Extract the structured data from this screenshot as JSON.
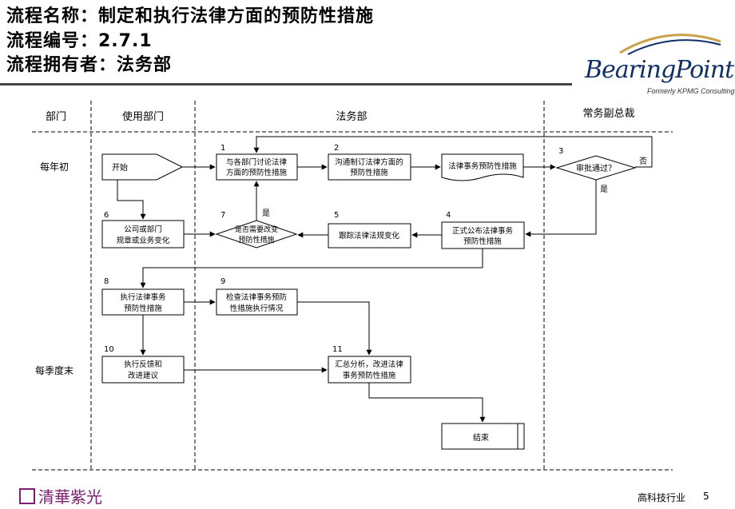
{
  "header": {
    "process_name": "流程名称：制定和执行法律方面的预防性措施",
    "process_id": "流程编号：2.7.1",
    "process_owner": "流程拥有者：法务部"
  },
  "logo": {
    "name": "BearingPoint",
    "tagline": "Formerly KPMG Consulting"
  },
  "columns": [
    "部门",
    "使用部门",
    "法务部",
    "常务副总裁"
  ],
  "rows": [
    "每年初",
    "每季度末"
  ],
  "nodes": {
    "start": "开始",
    "n1": {
      "num": "1",
      "line1": "与各部门讨论法律",
      "line2": "方面的预防性措施"
    },
    "n2": {
      "num": "2",
      "line1": "沟通制订法律方面的",
      "line2": "预防性措施"
    },
    "doc": "法律事务预防性措施",
    "n3": {
      "num": "3",
      "label": "审批通过？",
      "no": "否",
      "yes": "是"
    },
    "n4": {
      "num": "4",
      "line1": "正式公布法律事务",
      "line2": "预防性措施"
    },
    "n5": {
      "num": "5",
      "label": "跟踪法律法规变化"
    },
    "n6": {
      "num": "6",
      "line1": "公司或部门",
      "line2": "规章或业务变化"
    },
    "n7": {
      "num": "7",
      "line1": "是否需要改变",
      "line2": "预防性措施",
      "yes": "是"
    },
    "n8": {
      "num": "8",
      "line1": "执行法律事务",
      "line2": "预防性措施"
    },
    "n9": {
      "num": "9",
      "line1": "检查法律事务预防",
      "line2": "性措施执行情况"
    },
    "n10": {
      "num": "10",
      "line1": "执行反馈和",
      "line2": "改进建议"
    },
    "n11": {
      "num": "11",
      "line1": "汇总分析，改进法律",
      "line2": "事务预防性措施"
    },
    "end": "结束"
  },
  "footer": {
    "brand": "清華紫光",
    "industry": "高科技行业",
    "page": "5"
  }
}
